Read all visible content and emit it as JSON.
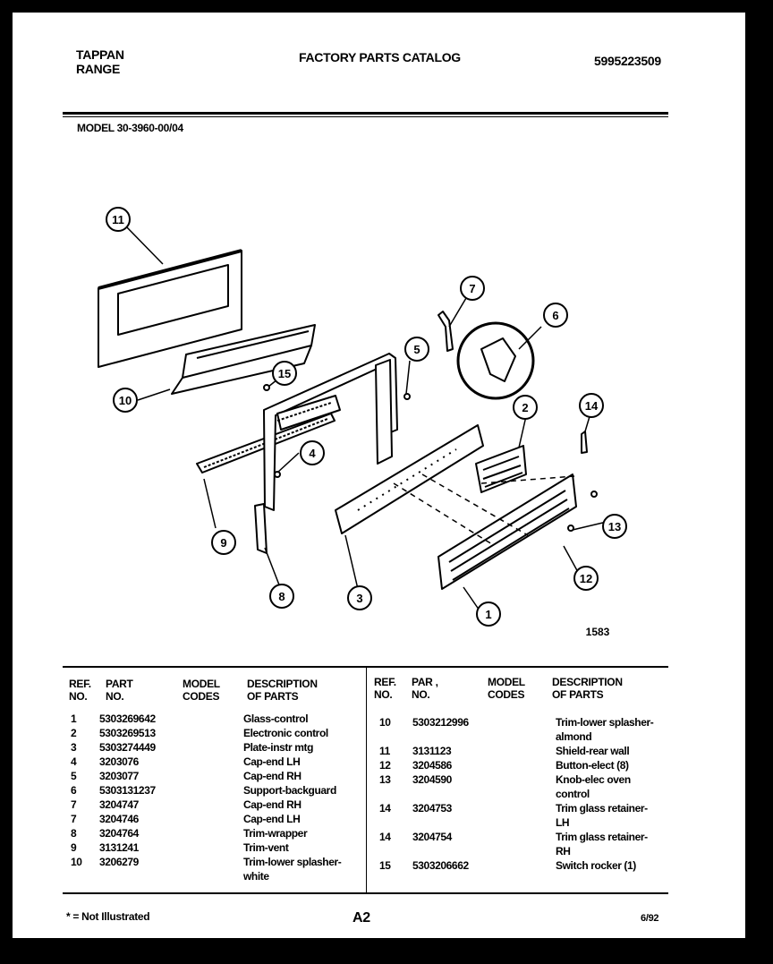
{
  "header": {
    "brand_line1": "TAPPAN",
    "brand_line2": "RANGE",
    "catalog_title": "FACTORY PARTS CATALOG",
    "catalog_number": "5995223509",
    "model": "MODEL 30-3960-00/04"
  },
  "diagram": {
    "callouts": [
      "1",
      "2",
      "3",
      "4",
      "5",
      "6",
      "7",
      "8",
      "9",
      "10",
      "11",
      "12",
      "13",
      "14",
      "15"
    ],
    "figure_number": "1583"
  },
  "table": {
    "headers": {
      "ref": "REF.",
      "ref2": "NO.",
      "part": "PART",
      "part2": "NO.",
      "part_right": "PAR ,",
      "part_right2": "NO.",
      "model": "MODEL",
      "model2": "CODES",
      "desc": "DESCRIPTION",
      "desc2": "OF PARTS"
    },
    "left_rows": [
      {
        "ref": "1",
        "part": "5303269642",
        "codes": "",
        "desc": "Glass-control"
      },
      {
        "ref": "2",
        "part": "5303269513",
        "codes": "",
        "desc": "Electronic control"
      },
      {
        "ref": "3",
        "part": "5303274449",
        "codes": "",
        "desc": "Plate-instr mtg"
      },
      {
        "ref": "4",
        "part": "3203076",
        "codes": "",
        "desc": "Cap-end LH"
      },
      {
        "ref": "5",
        "part": "3203077",
        "codes": "",
        "desc": "Cap-end RH"
      },
      {
        "ref": "6",
        "part": "5303131237",
        "codes": "",
        "desc": "Support-backguard"
      },
      {
        "ref": "7",
        "part": "3204747",
        "codes": "",
        "desc": "Cap-end RH"
      },
      {
        "ref": "7",
        "part": "3204746",
        "codes": "",
        "desc": "Cap-end LH"
      },
      {
        "ref": "8",
        "part": "3204764",
        "codes": "",
        "desc": "Trim-wrapper"
      },
      {
        "ref": "9",
        "part": "3131241",
        "codes": "",
        "desc": "Trim-vent"
      },
      {
        "ref": "10",
        "part": "3206279",
        "codes": "",
        "desc": "Trim-lower splasher-",
        "desc2": "white"
      }
    ],
    "right_rows": [
      {
        "ref": "10",
        "part": "5303212996",
        "codes": "",
        "desc": "Trim-lower splasher-",
        "desc2": "almond"
      },
      {
        "ref": "11",
        "part": "3131123",
        "codes": "",
        "desc": "Shield-rear wall"
      },
      {
        "ref": "12",
        "part": "3204586",
        "codes": "",
        "desc": "Button-elect (8)"
      },
      {
        "ref": "13",
        "part": "3204590",
        "codes": "",
        "desc": "Knob-elec oven",
        "desc2": "control"
      },
      {
        "ref": "14",
        "part": "3204753",
        "codes": "",
        "desc": "Trim glass retainer-",
        "desc2": "LH"
      },
      {
        "ref": "14",
        "part": "3204754",
        "codes": "",
        "desc": "Trim glass retainer-",
        "desc2": "RH"
      },
      {
        "ref": "15",
        "part": "5303206662",
        "codes": "",
        "desc": "Switch rocker (1)"
      }
    ]
  },
  "footer": {
    "note": "* = Not Illustrated",
    "page": "A2",
    "date": "6/92"
  }
}
